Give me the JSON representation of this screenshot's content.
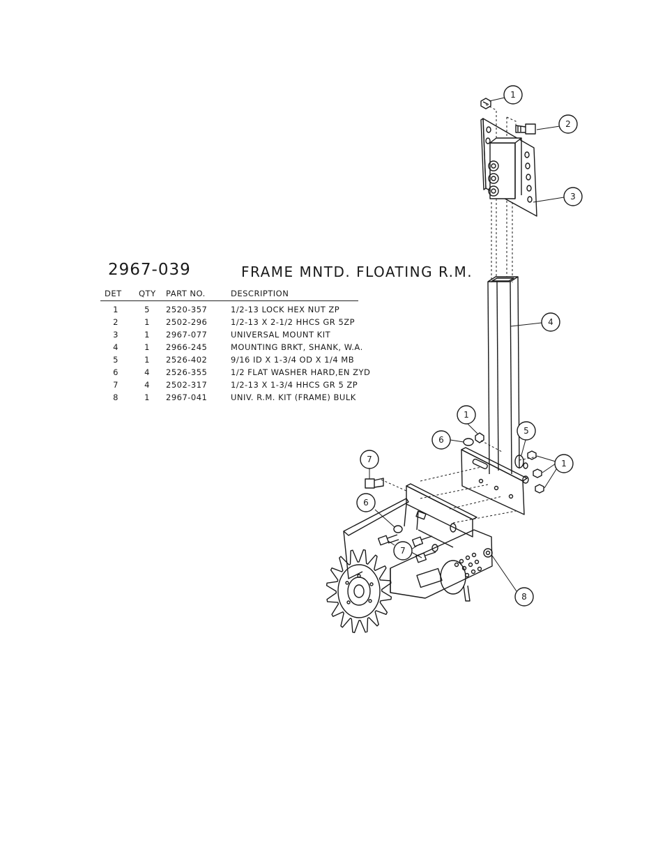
{
  "header": {
    "part_number": "2967-039",
    "title": "FRAME MNTD. FLOATING R.M."
  },
  "parts_table": {
    "columns": [
      "DET",
      "QTY",
      "PART NO.",
      "DESCRIPTION"
    ],
    "rows": [
      {
        "det": "1",
        "qty": "5",
        "part_no": "2520-357",
        "description": "1/2-13 LOCK HEX NUT ZP"
      },
      {
        "det": "2",
        "qty": "1",
        "part_no": "2502-296",
        "description": "1/2-13 X 2-1/2 HHCS GR 5ZP"
      },
      {
        "det": "3",
        "qty": "1",
        "part_no": "2967-077",
        "description": "UNIVERSAL MOUNT KIT"
      },
      {
        "det": "4",
        "qty": "1",
        "part_no": "2966-245",
        "description": "MOUNTING BRKT, SHANK, W.A."
      },
      {
        "det": "5",
        "qty": "1",
        "part_no": "2526-402",
        "description": "9/16 ID X 1-3/4 OD X 1/4 MB"
      },
      {
        "det": "6",
        "qty": "4",
        "part_no": "2526-355",
        "description": "1/2 FLAT WASHER HARD,EN ZYD"
      },
      {
        "det": "7",
        "qty": "4",
        "part_no": "2502-317",
        "description": "1/2-13 X 1-3/4 HHCS GR 5 ZP"
      },
      {
        "det": "8",
        "qty": "1",
        "part_no": "2967-041",
        "description": "UNIV. R.M. KIT (FRAME) BULK"
      }
    ]
  },
  "callouts": {
    "top_nut": "1",
    "top_bolt": "2",
    "mount_plate": "3",
    "shank": "4",
    "mb_washer": "5",
    "upper_washer": "6",
    "upper_nut": "1",
    "nut_group": "1",
    "left_bolt": "7",
    "lower_washer": "6",
    "lower_bolts": "7",
    "row_cleaner": "8"
  }
}
